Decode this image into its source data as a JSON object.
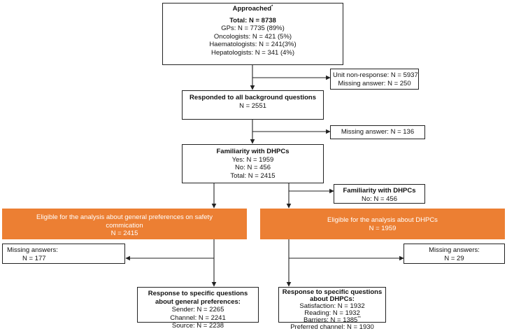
{
  "approached": {
    "title": "Approached",
    "title_mark": "*",
    "total": "Total: N = 8738",
    "lines": [
      "GPs: N = 7735 (89%)",
      "Oncologists: N = 421 (5%)",
      "Haematologists: N = 241(3%)",
      "Hepatologists: N = 341 (4%)"
    ]
  },
  "exclusion1": {
    "lines": [
      "Unit non-response: N = 5937",
      "Missing answer: N = 250"
    ]
  },
  "responded": {
    "title": "Responded to all background questions",
    "n": "N = 2551"
  },
  "exclusion2": {
    "text": "Missing answer: N = 136"
  },
  "familiarity": {
    "title": "Familiarity with DHPCs",
    "lines": [
      "Yes: N = 1959",
      "No: N = 456",
      "Total: N = 2415"
    ]
  },
  "exclusion3": {
    "title": "Familiarity with DHPCs",
    "text": "No: N = 456"
  },
  "eligible_general": {
    "title": "Eligible for the analysis about general preferences on safety commication",
    "n": "N = 2415"
  },
  "eligible_dhpc": {
    "title": "Eligible for the analysis about DHPCs",
    "n": "N = 1959"
  },
  "missing_left": {
    "title": "Missing answers:",
    "n": "N = 177"
  },
  "missing_right": {
    "title": "Missing answers:",
    "n": "N = 29"
  },
  "response_general": {
    "title": "Response to specific questions about general preferences:",
    "lines": [
      "Sender: N = 2265",
      "Channel: N = 2241",
      "Source: N = 2238"
    ]
  },
  "response_dhpc": {
    "title": "Response to specific questions about DHPCs:",
    "lines": [
      "Satisfaction: N = 1932",
      "Reading: N = 1932",
      "Barriers: N = 1385",
      "Preferred channel: N = 1930"
    ],
    "barriers_mark": "**"
  },
  "colors": {
    "accent": "#ec7f33",
    "line": "#222222"
  }
}
